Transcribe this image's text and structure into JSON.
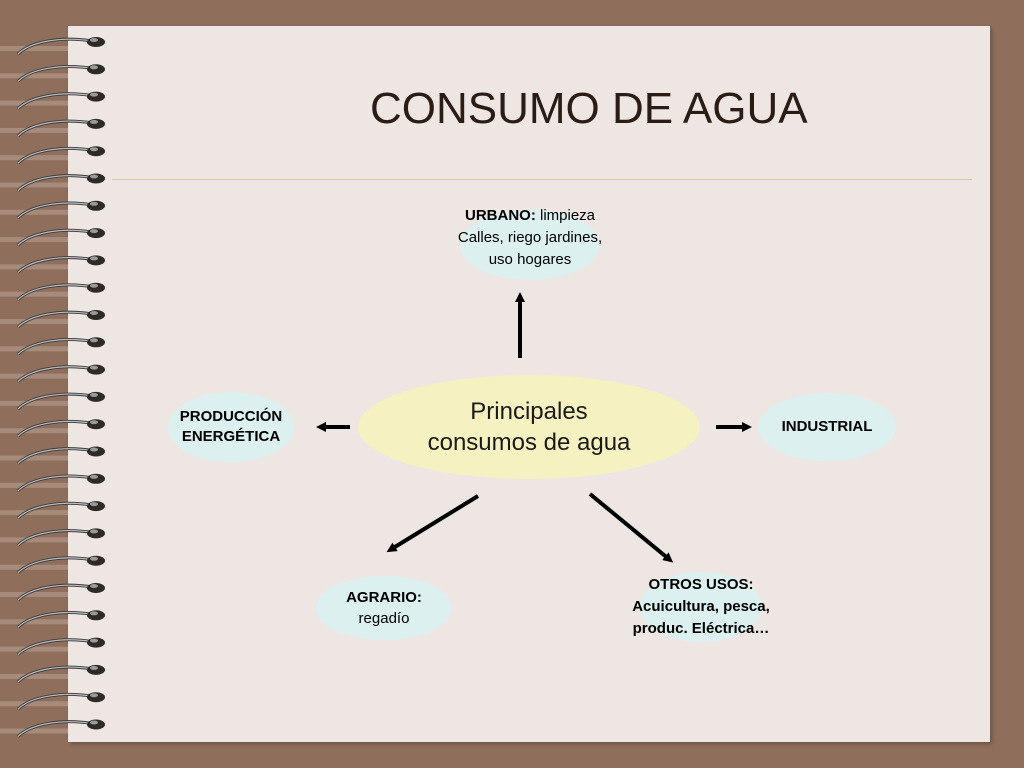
{
  "title": "CONSUMO DE AGUA",
  "center": {
    "line1": "Principales",
    "line2": "consumos de agua"
  },
  "nodes": {
    "urbano": {
      "bold": "URBANO:",
      "rest": " limpieza",
      "line2": "Calles, riego jardines,",
      "line3": "uso hogares"
    },
    "produccion": {
      "line1": "PRODUCCIÓN",
      "line2": "ENERGÉTICA"
    },
    "industrial": {
      "line1": "INDUSTRIAL"
    },
    "agrario": {
      "line1": "AGRARIO:",
      "line2": "regadío"
    },
    "otros": {
      "line1": "OTROS USOS:",
      "line2": "Acuicultura, pesca,",
      "line3": "produc. Eléctrica…"
    }
  },
  "colors": {
    "background": "#8f6e5c",
    "paper": "#ede6e2",
    "center_fill": "#f6f1c0",
    "node_fill": "#ddf0f0",
    "arrow": "#000000"
  },
  "icons": [
    "spiral-binding-icon",
    "arrow-icon"
  ]
}
